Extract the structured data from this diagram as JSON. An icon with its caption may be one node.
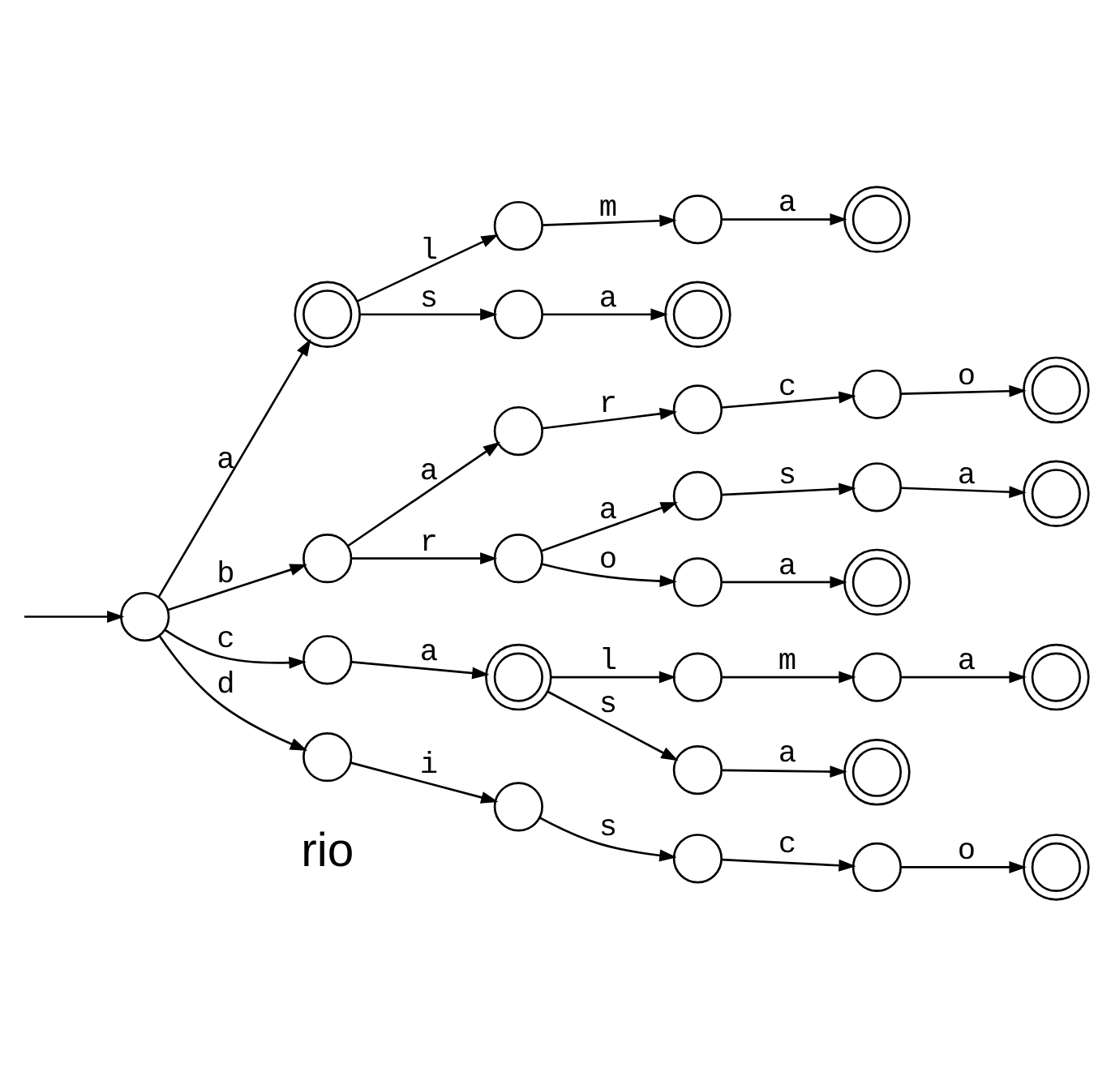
{
  "diagram": {
    "nodes": [
      {
        "text": [],
        "shape": "circle"
      },
      {
        "text": [],
        "shape": "doublecircle"
      },
      {
        "text": [],
        "shape": "circle"
      },
      {
        "text": [],
        "shape": "circle"
      },
      {
        "text": [],
        "shape": "doublecircle"
      },
      {
        "text": [],
        "shape": "circle"
      },
      {
        "text": [],
        "shape": "doublecircle"
      },
      {
        "text": [],
        "shape": "circle"
      },
      {
        "text": [],
        "shape": "circle"
      },
      {
        "text": [],
        "shape": "circle"
      },
      {
        "text": [],
        "shape": "circle"
      },
      {
        "text": [],
        "shape": "doublecircle"
      },
      {
        "text": [],
        "shape": "circle"
      },
      {
        "text": [],
        "shape": "circle"
      },
      {
        "text": [],
        "shape": "circle"
      },
      {
        "text": [],
        "shape": "doublecircle"
      },
      {
        "text": [],
        "shape": "circle"
      },
      {
        "text": [],
        "shape": "doublecircle"
      },
      {
        "text": [],
        "shape": "circle"
      },
      {
        "text": [],
        "shape": "doublecircle"
      },
      {
        "text": [],
        "shape": "circle"
      },
      {
        "text": [],
        "shape": "circle"
      },
      {
        "text": [],
        "shape": "doublecircle"
      },
      {
        "text": [],
        "shape": "circle"
      },
      {
        "text": [],
        "shape": "doublecircle"
      },
      {
        "text": [],
        "shape": "circle"
      },
      {
        "text": [],
        "shape": "circle"
      },
      {
        "text": [],
        "shape": "circle"
      },
      {
        "text": [],
        "shape": "circle"
      },
      {
        "text": [],
        "shape": "doublecircle"
      }
    ],
    "edges": [
      {
        "from": null,
        "to": 0,
        "arrow": "to"
      },
      {
        "from": 0,
        "to": 1,
        "arrow": "to",
        "label": "a"
      },
      {
        "from": 1,
        "to": 2,
        "arrow": "to",
        "label": "l"
      },
      {
        "from": 2,
        "to": 3,
        "arrow": "to",
        "label": "m"
      },
      {
        "from": 3,
        "to": 4,
        "arrow": "to",
        "label": "a"
      },
      {
        "from": 1,
        "to": 5,
        "arrow": "to",
        "label": "s"
      },
      {
        "from": 5,
        "to": 6,
        "arrow": "to",
        "label": "a"
      },
      {
        "from": 0,
        "to": 7,
        "arrow": "to",
        "label": "b"
      },
      {
        "from": 7,
        "to": 8,
        "arrow": "to",
        "label": "a"
      },
      {
        "from": 8,
        "to": 9,
        "arrow": "to",
        "label": "r"
      },
      {
        "from": 9,
        "to": 10,
        "arrow": "to",
        "label": "c"
      },
      {
        "from": 10,
        "to": 11,
        "arrow": "to",
        "label": "o"
      },
      {
        "from": 7,
        "to": 12,
        "arrow": "to",
        "label": "r"
      },
      {
        "from": 12,
        "to": 13,
        "arrow": "to",
        "label": "a"
      },
      {
        "from": 13,
        "to": 14,
        "arrow": "to",
        "label": "s"
      },
      {
        "from": 14,
        "to": 15,
        "arrow": "to",
        "label": "a"
      },
      {
        "from": 12,
        "to": 16,
        "arrow": "to",
        "label": "o"
      },
      {
        "from": 16,
        "to": 17,
        "arrow": "to",
        "label": "a"
      },
      {
        "from": 0,
        "to": 18,
        "arrow": "to",
        "label": "c"
      },
      {
        "from": 18,
        "to": 19,
        "arrow": "to",
        "label": "a"
      },
      {
        "from": 19,
        "to": 20,
        "arrow": "to",
        "label": "l"
      },
      {
        "from": 20,
        "to": 21,
        "arrow": "to",
        "label": "m"
      },
      {
        "from": 21,
        "to": 22,
        "arrow": "to",
        "label": "a"
      },
      {
        "from": 19,
        "to": 23,
        "arrow": "to",
        "label": "s"
      },
      {
        "from": 23,
        "to": 24,
        "arrow": "to",
        "label": "a"
      },
      {
        "from": 0,
        "to": 25,
        "arrow": "to",
        "label": "d"
      },
      {
        "from": 25,
        "to": 26,
        "arrow": "to",
        "label": "i"
      },
      {
        "from": 26,
        "to": 27,
        "arrow": "to",
        "label": "s"
      },
      {
        "from": 27,
        "to": 28,
        "arrow": "to",
        "label": "c"
      },
      {
        "from": 28,
        "to": 29,
        "arrow": "to",
        "label": "o"
      }
    ],
    "labels": [
      "rio"
    ]
  }
}
